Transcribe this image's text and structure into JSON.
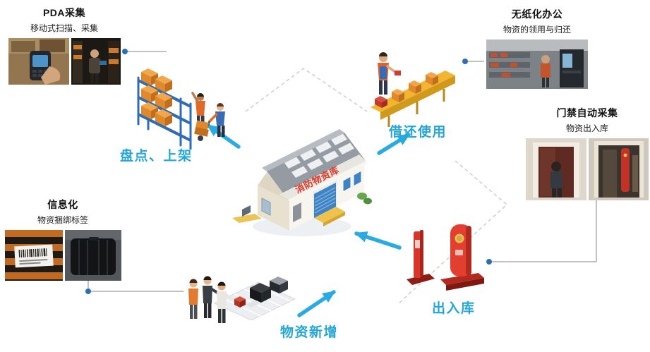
{
  "colors": {
    "arrow_cyan": "#29abe2",
    "label_cyan": "#24a7d6",
    "dot_blue": "#2d6fb0",
    "connector_gray": "#a8adb2",
    "building_sign_red": "#d93a2e"
  },
  "warehouse": {
    "sign": "消防物资库"
  },
  "groups": {
    "pda": {
      "title": "PDA采集",
      "subtitle": "移动式扫描、采集"
    },
    "paperless": {
      "title": "无纸化办公",
      "subtitle": "物资的领用与归还"
    },
    "access": {
      "title": "门禁自动采集",
      "subtitle": "物资出入库"
    },
    "info": {
      "title": "信息化",
      "subtitle": "物资捆绑标签"
    }
  },
  "process_labels": {
    "inventory": "盘点、上架",
    "borrow": "借还使用",
    "add": "物资新增",
    "inout": "出入库"
  },
  "illustrations": [
    "warehouse-building",
    "shelf-picking-scene",
    "conveyor-scene",
    "new-material-scene",
    "security-gates-scene"
  ],
  "photos": [
    "pda-handheld-photo",
    "pda-scanning-photo",
    "paperless-office-photo",
    "access-door-photo-1",
    "access-door-photo-2",
    "label-tag-photo",
    "equipment-case-photo"
  ]
}
